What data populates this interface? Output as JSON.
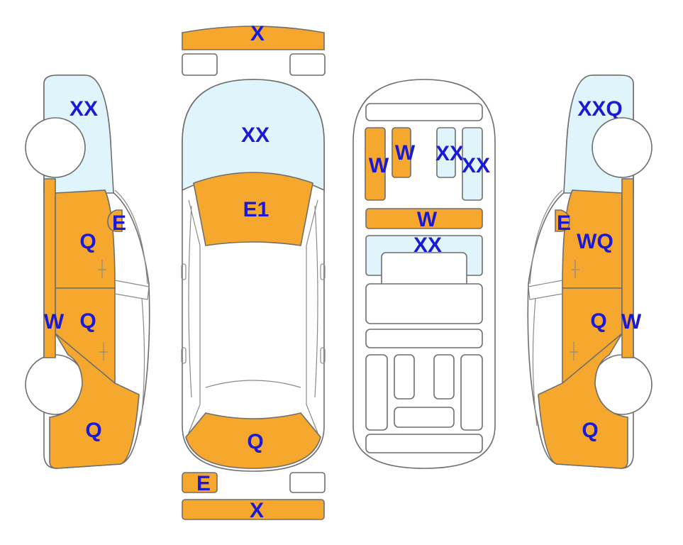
{
  "colors": {
    "damaged": "#f6a72e",
    "glass": "#dff4fb",
    "body": "#ffffff",
    "label": "#1a1ad6",
    "outline": "#6e6e6e"
  },
  "labels": {
    "front_bumper": "X",
    "windshield": "XX",
    "hood": "E1",
    "rear_hatch": "Q",
    "rear_panel_left": "E",
    "rear_bumper": "X",
    "left_glass": "XX",
    "left_mirror": "E",
    "left_front_door": "Q",
    "left_rear_door": "Q",
    "left_rocker": "W",
    "left_rear_fender": "Q",
    "right_glass": "XXQ",
    "right_mirror": "E",
    "right_front_door": "WQ",
    "right_rear_door": "Q",
    "right_rocker": "W",
    "right_rear_fender": "Q",
    "interior_left_seat": "W",
    "interior_left_panel": "W",
    "interior_right_seat": "XX",
    "interior_right_panel": "XX",
    "interior_dash": "W",
    "interior_roof": "XX"
  }
}
